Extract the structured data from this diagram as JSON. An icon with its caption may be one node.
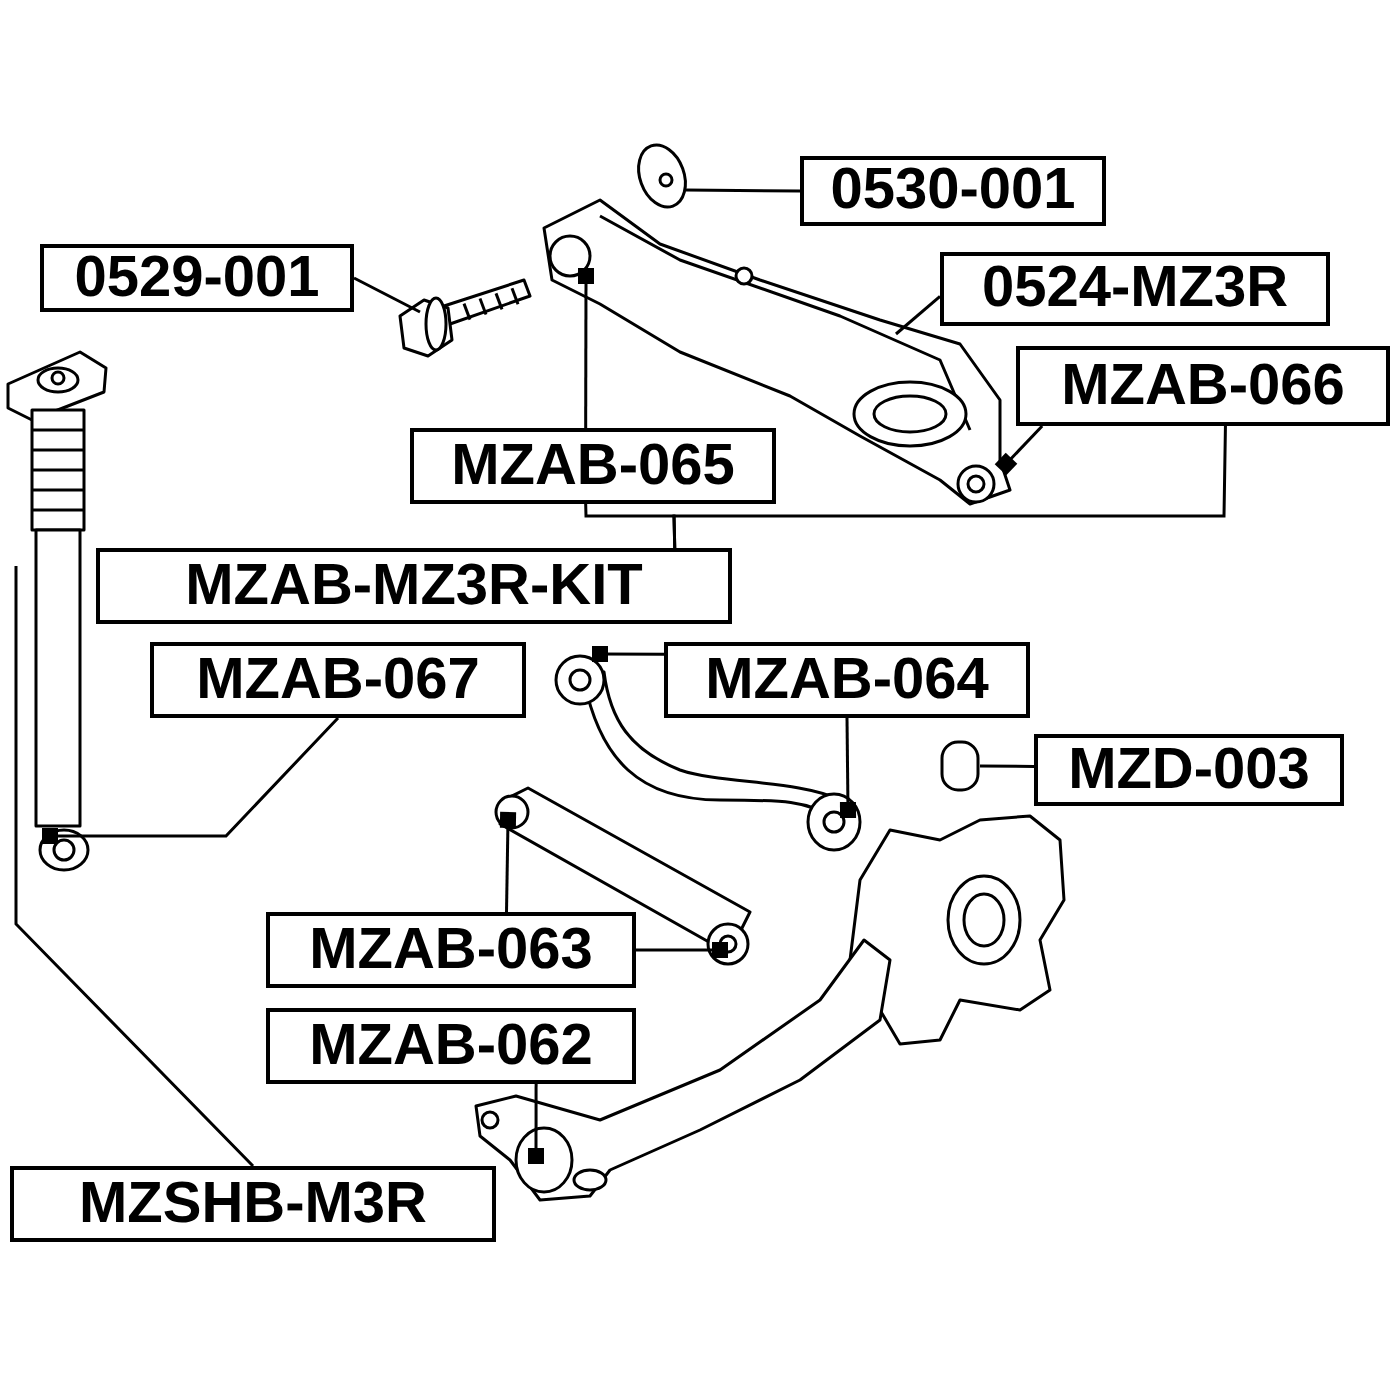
{
  "diagram": {
    "nodes": [
      {
        "text": [
          "0530-001"
        ]
      },
      {
        "text": [
          "0529-001"
        ]
      },
      {
        "text": [
          "0524-MZ3R"
        ]
      },
      {
        "text": [
          "MZAB-066"
        ]
      },
      {
        "text": [
          "MZAB-065"
        ]
      },
      {
        "text": [
          "MZAB-MZ3R-KIT"
        ]
      },
      {
        "text": [
          "MZAB-067"
        ]
      },
      {
        "text": [
          "MZAB-064"
        ]
      },
      {
        "text": [
          "MZD-003"
        ]
      },
      {
        "text": [
          "MZAB-063"
        ]
      },
      {
        "text": [
          "MZAB-062"
        ]
      },
      {
        "text": [
          "MZSHB-M3R"
        ]
      },
      {
        "text": [],
        "shape": "picture"
      },
      {
        "text": [],
        "shape": "picture"
      },
      {
        "text": [],
        "shape": "picture"
      },
      {
        "text": [],
        "shape": "picture"
      },
      {
        "text": [],
        "shape": "picture"
      },
      {
        "text": [],
        "shape": "box"
      },
      {
        "text": [],
        "shape": "picture"
      },
      {
        "text": [],
        "shape": "picture"
      }
    ],
    "edges": [
      {
        "from": 0,
        "to": 12,
        "arrow": "none"
      },
      {
        "from": 1,
        "to": 13,
        "arrow": "none"
      },
      {
        "from": 2,
        "to": 14,
        "arrow": "none"
      },
      {
        "from": 3,
        "to": 14,
        "arrow": "other"
      },
      {
        "from": 4,
        "to": 14,
        "arrow": "other"
      },
      {
        "from": 5,
        "to": 4,
        "arrow": "none"
      },
      {
        "from": 5,
        "to": 3,
        "arrow": "none"
      },
      {
        "from": 6,
        "to": 15,
        "arrow": "other"
      },
      {
        "from": 7,
        "to": 16,
        "arrow": "other"
      },
      {
        "from": 7,
        "to": 16,
        "arrow": "other"
      },
      {
        "from": 8,
        "to": 17,
        "arrow": "none"
      },
      {
        "from": 9,
        "to": 18,
        "arrow": "other"
      },
      {
        "from": 9,
        "to": 18,
        "arrow": "other"
      },
      {
        "from": 10,
        "to": 19,
        "arrow": "other"
      },
      {
        "from": 11,
        "to": 15,
        "arrow": "none"
      }
    ]
  }
}
